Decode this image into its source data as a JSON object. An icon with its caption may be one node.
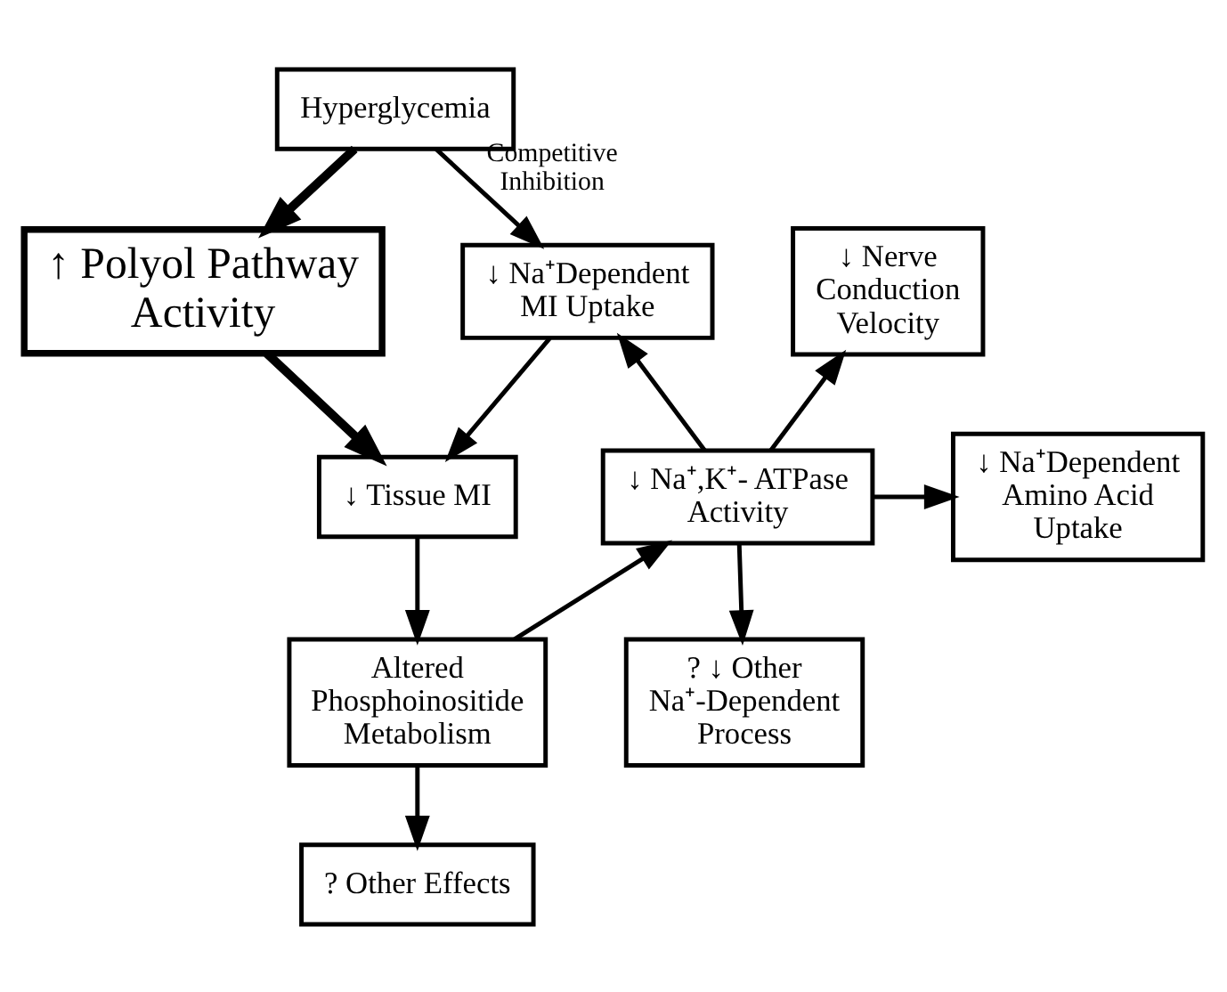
{
  "diagram": {
    "nodes": [
      {
        "text": [
          "Hyperglycemia"
        ]
      },
      {
        "text": [
          "↓ Na⁺Dependent MI Uptake"
        ]
      },
      {
        "text": [
          "↑ Polyol Pathway Activity"
        ]
      },
      {
        "text": [
          "↓ Nerve Conduction Velocity"
        ]
      },
      {
        "text": [
          "↓ Na⁺Dependent Amino Acid Uptake"
        ]
      },
      {
        "text": [
          "↓ Na⁺,K⁺- ATPase Activity"
        ]
      },
      {
        "text": [
          "↓ Tissue MI"
        ]
      },
      {
        "text": [
          "? ↓ Other Na⁺-Dependent Process"
        ]
      },
      {
        "text": [
          "Altered Phosphoinositide Metabolism"
        ]
      },
      {
        "text": [
          "? Other Effects"
        ]
      }
    ],
    "edges": [
      {
        "from": 0,
        "to": 1,
        "arrow": "to",
        "label": "Competitive Inhibition"
      },
      {
        "from": 0,
        "to": 2,
        "arrow": "to",
        "style": "thick"
      },
      {
        "from": 2,
        "to": 6,
        "arrow": "to",
        "style": "thick"
      },
      {
        "from": 1,
        "to": 6,
        "arrow": "to"
      },
      {
        "from": 6,
        "to": 8,
        "arrow": "to"
      },
      {
        "from": 8,
        "to": 5,
        "arrow": "to"
      },
      {
        "from": 5,
        "to": 1,
        "arrow": "to"
      },
      {
        "from": 5,
        "to": 3,
        "arrow": "to"
      },
      {
        "from": 5,
        "to": 4,
        "arrow": "to"
      },
      {
        "from": 5,
        "to": 7,
        "arrow": "to"
      },
      {
        "from": 8,
        "to": 9,
        "arrow": "to"
      }
    ]
  }
}
